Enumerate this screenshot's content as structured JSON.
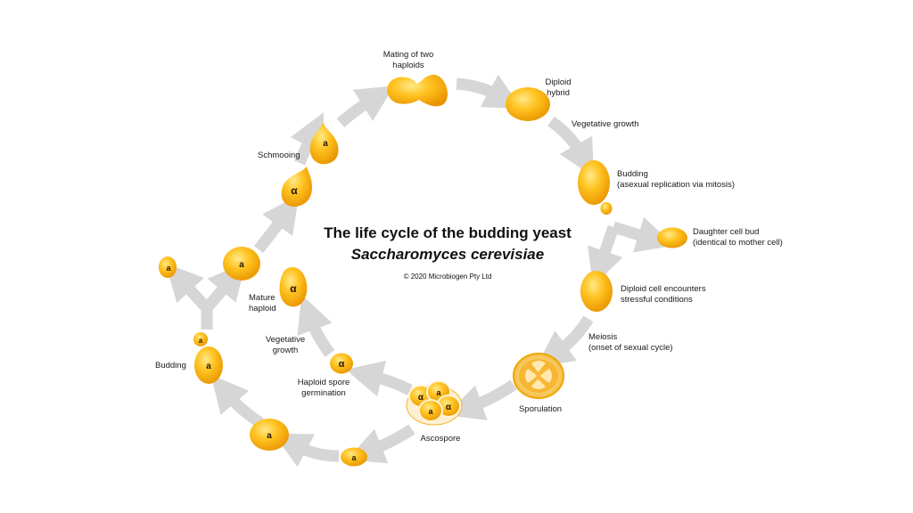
{
  "title": {
    "line1": "The life cycle of the budding yeast",
    "line2": "Saccharomyces cerevisiae",
    "copyright": "© 2020 Microbiogen Pty Ltd"
  },
  "labels": {
    "mating_1": "Mating of two",
    "mating_2": "haploids",
    "diploid_1": "Diploid",
    "diploid_2": "hybrid",
    "vegetative_growth": "Vegetative growth",
    "budding_1": "Budding",
    "budding_2": "(asexual replication via mitosis)",
    "daughter_1": "Daughter cell bud",
    "daughter_2": "(identical to mother cell)",
    "stress_1": "Diploid cell encounters",
    "stress_2": "stressful conditions",
    "meiosis_1": "Meiosis",
    "meiosis_2": "(onset of sexual cycle)",
    "sporulation": "Sporulation",
    "ascospore": "Ascospore",
    "germination_1": "Haploid spore",
    "germination_2": "germination",
    "veg_growth_left_1": "Vegetative",
    "veg_growth_left_2": "growth",
    "mature_1": "Mature",
    "mature_2": "haploid",
    "schmooing": "Schmooing",
    "budding_left": "Budding"
  },
  "cell_marks": {
    "a": "a",
    "alpha": "α"
  },
  "colors": {
    "cell_light": "#ffd34d",
    "cell_dark": "#f2a900",
    "arrow": "#d6d6d6"
  }
}
